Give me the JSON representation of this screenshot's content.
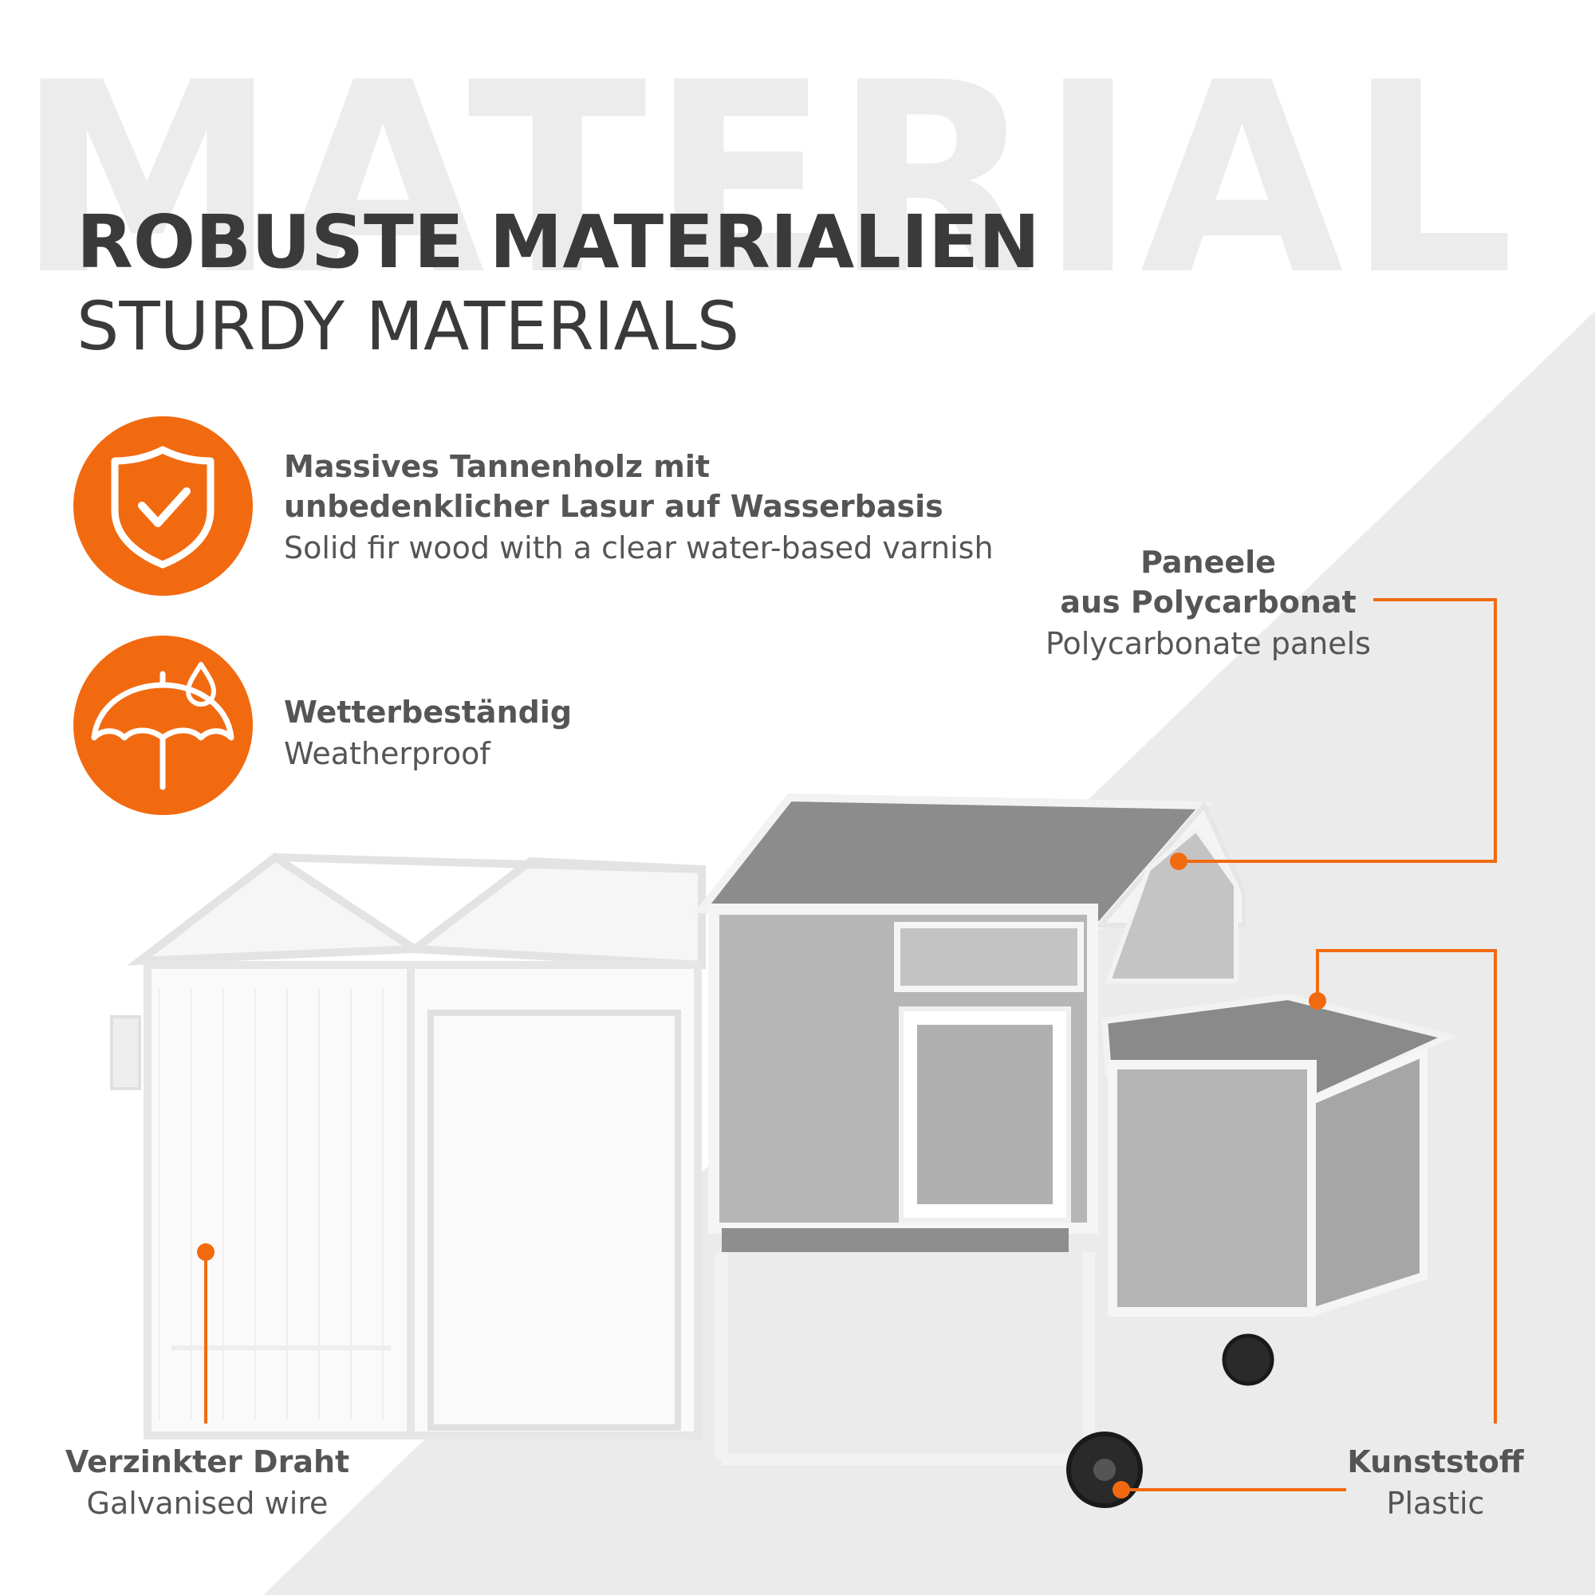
{
  "watermark": "MATERIAL",
  "heading": {
    "title_de": "ROBUSTE MATERIALIEN",
    "title_en": "STURDY MATERIALS"
  },
  "features": [
    {
      "icon": "shield-check-icon",
      "line1_de": "Massives Tannenholz mit",
      "line2_de": "unbedenklicher Lasur auf Wasserbasis",
      "text_en": "Solid fir wood with a clear water-based varnish"
    },
    {
      "icon": "umbrella-rain-icon",
      "text_de": "Wetterbeständig",
      "text_en": "Weatherproof"
    }
  ],
  "callouts": {
    "panels": {
      "line1_de": "Paneele",
      "line2_de": "aus Polycarbonat",
      "text_en": "Polycarbonate panels"
    },
    "wire": {
      "text_de": "Verzinkter Draht",
      "text_en": "Galvanised wire"
    },
    "plastic": {
      "text_de": "Kunststoff",
      "text_en": "Plastic"
    }
  },
  "colors": {
    "accent": "#f26a10",
    "text": "#3a3a3a",
    "muted_text": "#555555",
    "background_diagonal": "#ebebeb",
    "watermark": "#ececec"
  }
}
